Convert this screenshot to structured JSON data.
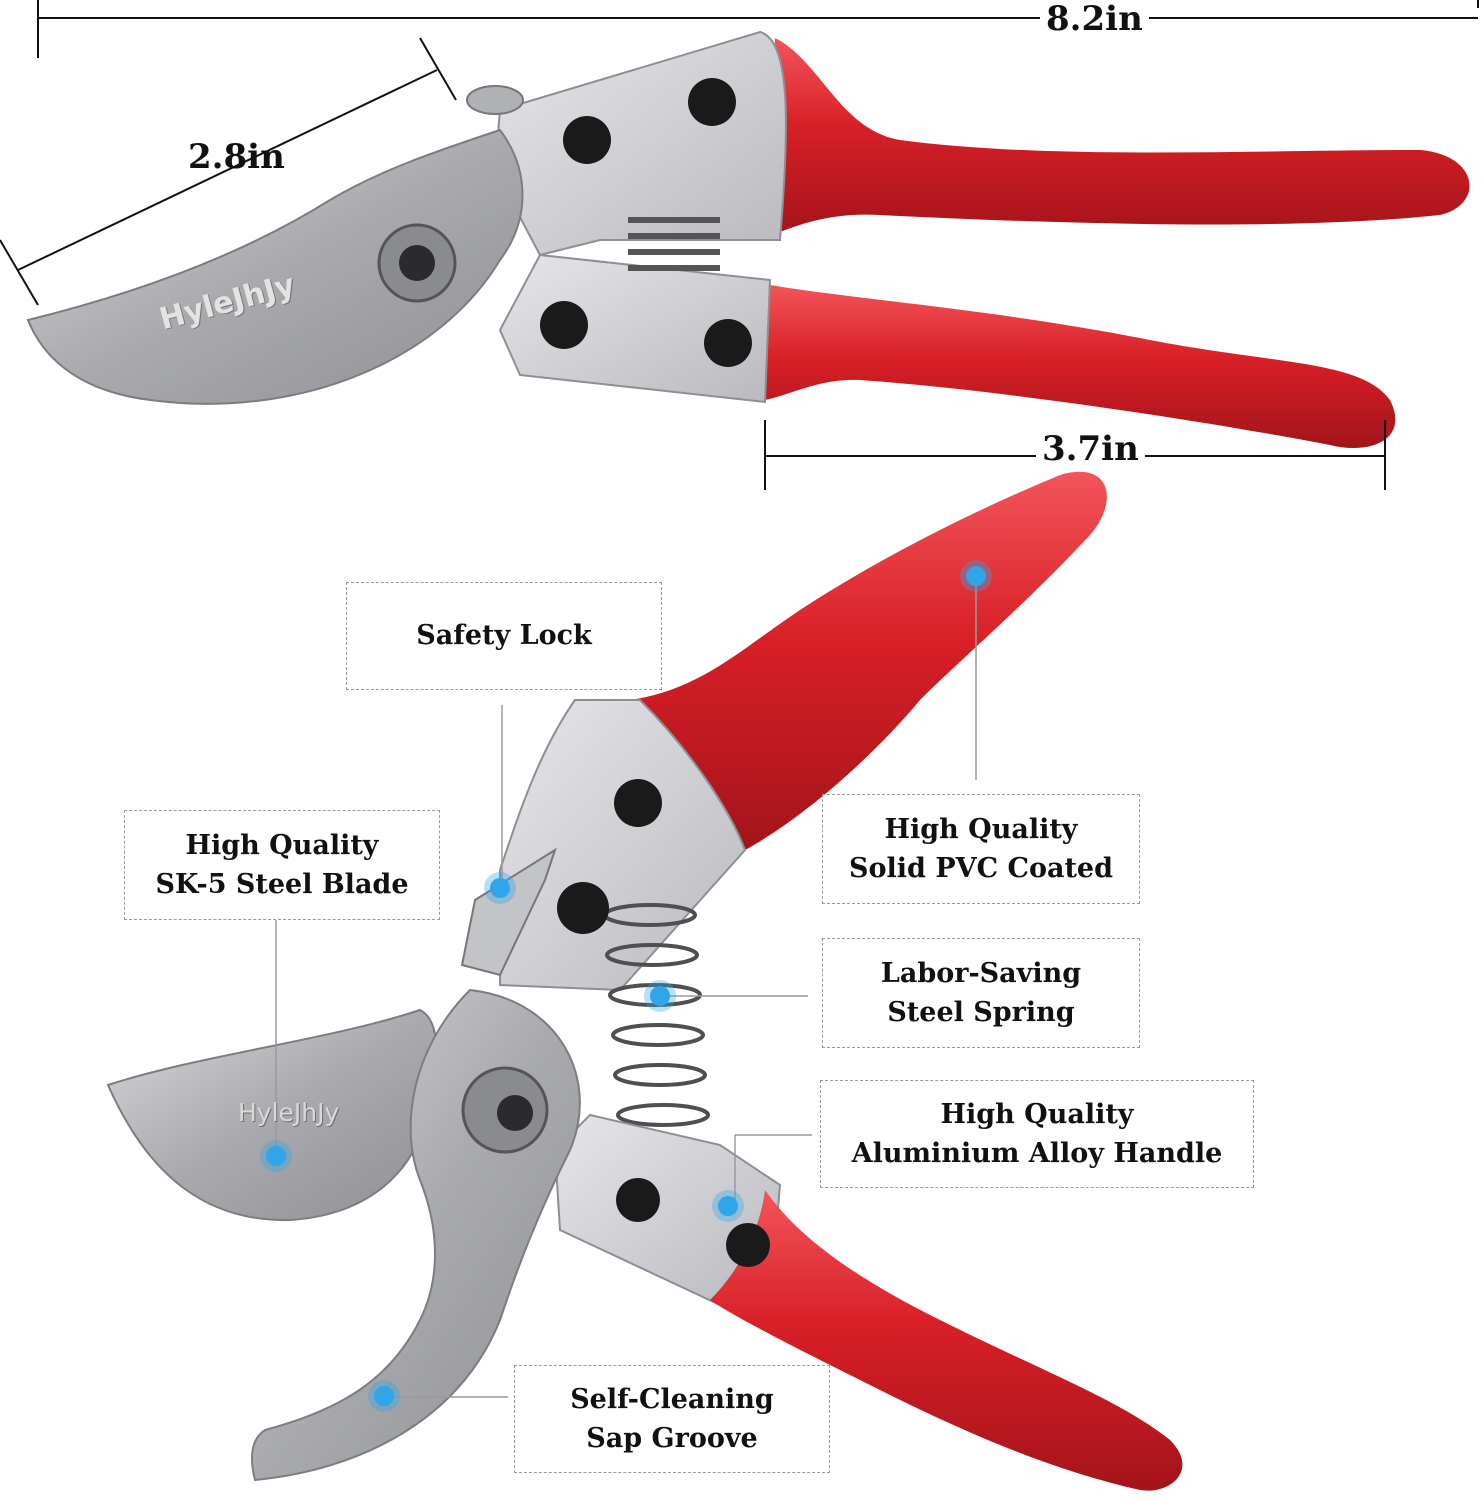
{
  "dimensions": {
    "overall_length": "8.2in",
    "blade_length": "2.8in",
    "handle_length": "3.7in"
  },
  "brand_engraving": "HyleJhJy",
  "callouts": {
    "safety_lock": [
      "Safety Lock"
    ],
    "blade": [
      "High Quality",
      "SK-5 Steel Blade"
    ],
    "pvc": [
      "High Quality",
      "Solid PVC Coated"
    ],
    "spring": [
      "Labor-Saving",
      "Steel Spring"
    ],
    "handle": [
      "High Quality",
      "Aluminium Alloy Handle"
    ],
    "groove": [
      "Self-Cleaning",
      "Sap Groove"
    ]
  },
  "colors": {
    "handle_red": "#d81f26",
    "metal": "#c9cacd",
    "blade": "#b5b6b8",
    "dot": "#2fa6ea"
  }
}
